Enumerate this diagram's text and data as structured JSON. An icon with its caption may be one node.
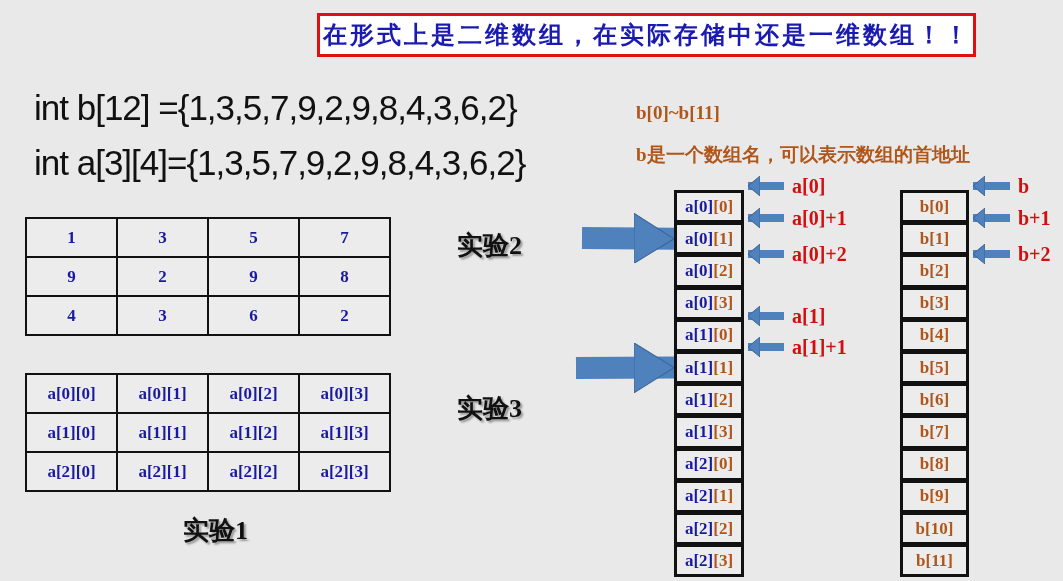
{
  "diagram": {
    "nodes": [
      {
        "text": [
          "在形式上是二维数组，在实际存储中还是一维数组！！"
        ]
      },
      {
        "text": [
          "a[0][0]"
        ]
      },
      {
        "text": [
          "a[0][1]"
        ]
      },
      {
        "text": [
          "a[0][2]"
        ]
      },
      {
        "text": [
          "a[0][3]"
        ]
      },
      {
        "text": [
          "a[1][0]"
        ]
      },
      {
        "text": [
          "a[1][1]"
        ]
      },
      {
        "text": [
          "a[1][2]"
        ]
      },
      {
        "text": [
          "a[1][3]"
        ]
      },
      {
        "text": [
          "a[2][0]"
        ]
      },
      {
        "text": [
          "a[2][1]"
        ]
      },
      {
        "text": [
          "a[2][2]"
        ]
      },
      {
        "text": [
          "a[2][3]"
        ]
      },
      {
        "text": [
          "b[0]"
        ]
      },
      {
        "text": [
          "b[1]"
        ]
      },
      {
        "text": [
          "b[2]"
        ]
      },
      {
        "text": [
          "b[3]"
        ]
      },
      {
        "text": [
          "b[4]"
        ]
      },
      {
        "text": [
          "b[5]"
        ]
      },
      {
        "text": [
          "b[6]"
        ]
      },
      {
        "text": [
          "b[7]"
        ]
      },
      {
        "text": [
          "b[8]"
        ]
      },
      {
        "text": [
          "b[9]"
        ]
      },
      {
        "text": [
          "b[10]"
        ]
      },
      {
        "text": [
          "b[11]"
        ]
      },
      {
        "text": [
          "a[0]"
        ]
      },
      {
        "text": [
          "a[0]+1"
        ]
      },
      {
        "text": [
          "a[0]+2"
        ]
      },
      {
        "text": [
          "a[1]"
        ]
      },
      {
        "text": [
          "a[1]+1"
        ]
      },
      {
        "text": [
          "b"
        ]
      },
      {
        "text": [
          "b+1"
        ]
      },
      {
        "text": [
          "b+2"
        ]
      }
    ],
    "edges": [
      {
        "from": null,
        "to": 2,
        "arrow": "to",
        "style": "thick"
      },
      {
        "from": null,
        "to": 6,
        "arrow": "to",
        "style": "thick"
      },
      {
        "from": 25,
        "to": null,
        "arrow": "to"
      },
      {
        "from": 26,
        "to": null,
        "arrow": "to"
      },
      {
        "from": 27,
        "to": null,
        "arrow": "to"
      },
      {
        "from": 28,
        "to": null,
        "arrow": "to"
      },
      {
        "from": 29,
        "to": null,
        "arrow": "to"
      },
      {
        "from": 30,
        "to": null,
        "arrow": "to"
      },
      {
        "from": 31,
        "to": null,
        "arrow": "to"
      },
      {
        "from": 32,
        "to": null,
        "arrow": "to"
      }
    ],
    "labels": [
      "int b[12] ={1,3,5,7,9,2,9,8,4,3,6,2}",
      "b[0]~b[11]",
      "int a[3][4]={1,3,5,7,9,2,9,8,4,3,6,2}",
      "b是一个数组名，可以表示数组的首地址",
      "1",
      "3",
      "5",
      "7",
      "9",
      "2",
      "9",
      "8",
      "4",
      "3",
      "6",
      "2",
      "实验2",
      "a[0][0]",
      "a[0][1]",
      "a[0][2]",
      "a[0][3]",
      "a[1][0]",
      "a[1][1]",
      "a[1][2]",
      "a[1][3]",
      "a[2][0]",
      "a[2][1]",
      "a[2][2]",
      "a[2][3]",
      "实验3",
      "实验1"
    ]
  }
}
